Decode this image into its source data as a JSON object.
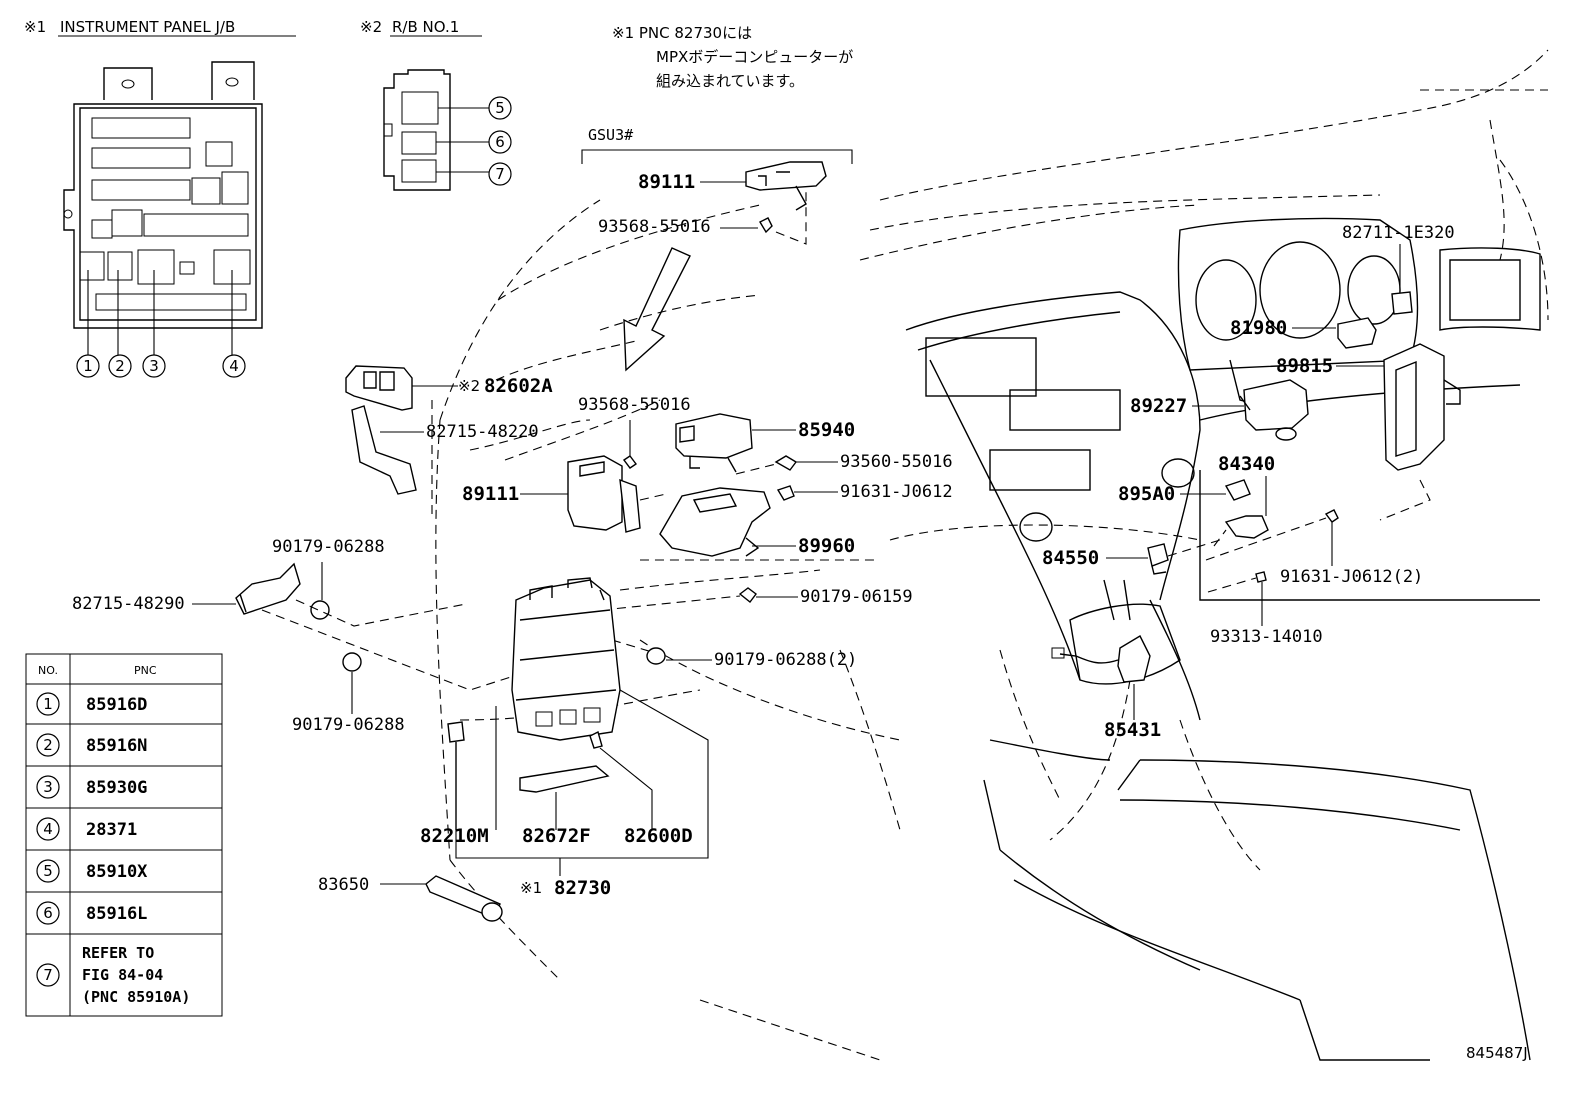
{
  "headers": {
    "jb_mark": "※1",
    "jb_title": "INSTRUMENT PANEL J/B",
    "rb_mark": "※2",
    "rb_title": "R/B NO.1",
    "note_line1": "※1  PNC 82730には",
    "note_line2": "MPXボデーコンピューターが",
    "note_line3": "組み込まれています。",
    "variant": "GSU3#"
  },
  "circle_numbers": [
    "1",
    "2",
    "3",
    "4",
    "5",
    "6",
    "7"
  ],
  "labels": {
    "p89111_top": "89111",
    "p93568_a": "93568-55016",
    "p82711": "82711-1E320",
    "p81980": "81980",
    "p89815": "89815",
    "p82602a_mark": "※2",
    "p82602a": "82602A",
    "p93568_b": "93568-55016",
    "p82715_48220": "82715-48220",
    "p85940": "85940",
    "p93560": "93560-55016",
    "p89111_mid": "89111",
    "p91631_a": "91631-J0612",
    "p89227": "89227",
    "p84340": "84340",
    "p895a0": "895A0",
    "p89960": "89960",
    "p84550": "84550",
    "p91631_b": "91631-J0612(2)",
    "p90179_06288_a": "90179-06288",
    "p82715_48290": "82715-48290",
    "p90179_06159": "90179-06159",
    "p93313": "93313-14010",
    "p90179_06288_2": "90179-06288(2)",
    "p90179_06288_b": "90179-06288",
    "p85431": "85431",
    "p82210m": "82210M",
    "p82672f": "82672F",
    "p82600d": "82600D",
    "p83650": "83650",
    "p82730_mark": "※1",
    "p82730": "82730",
    "figure_id": "845487J"
  },
  "table": {
    "col_no": "NO.",
    "col_pnc": "PNC",
    "rows": [
      {
        "no": "1",
        "pnc": "85916D"
      },
      {
        "no": "2",
        "pnc": "85916N"
      },
      {
        "no": "3",
        "pnc": "85930G"
      },
      {
        "no": "4",
        "pnc": "28371"
      },
      {
        "no": "5",
        "pnc": "85910X"
      },
      {
        "no": "6",
        "pnc": "85916L"
      },
      {
        "no": "7",
        "pnc_line1": "REFER TO",
        "pnc_line2": "FIG 84-04",
        "pnc_line3": "(PNC 85910A)"
      }
    ]
  }
}
